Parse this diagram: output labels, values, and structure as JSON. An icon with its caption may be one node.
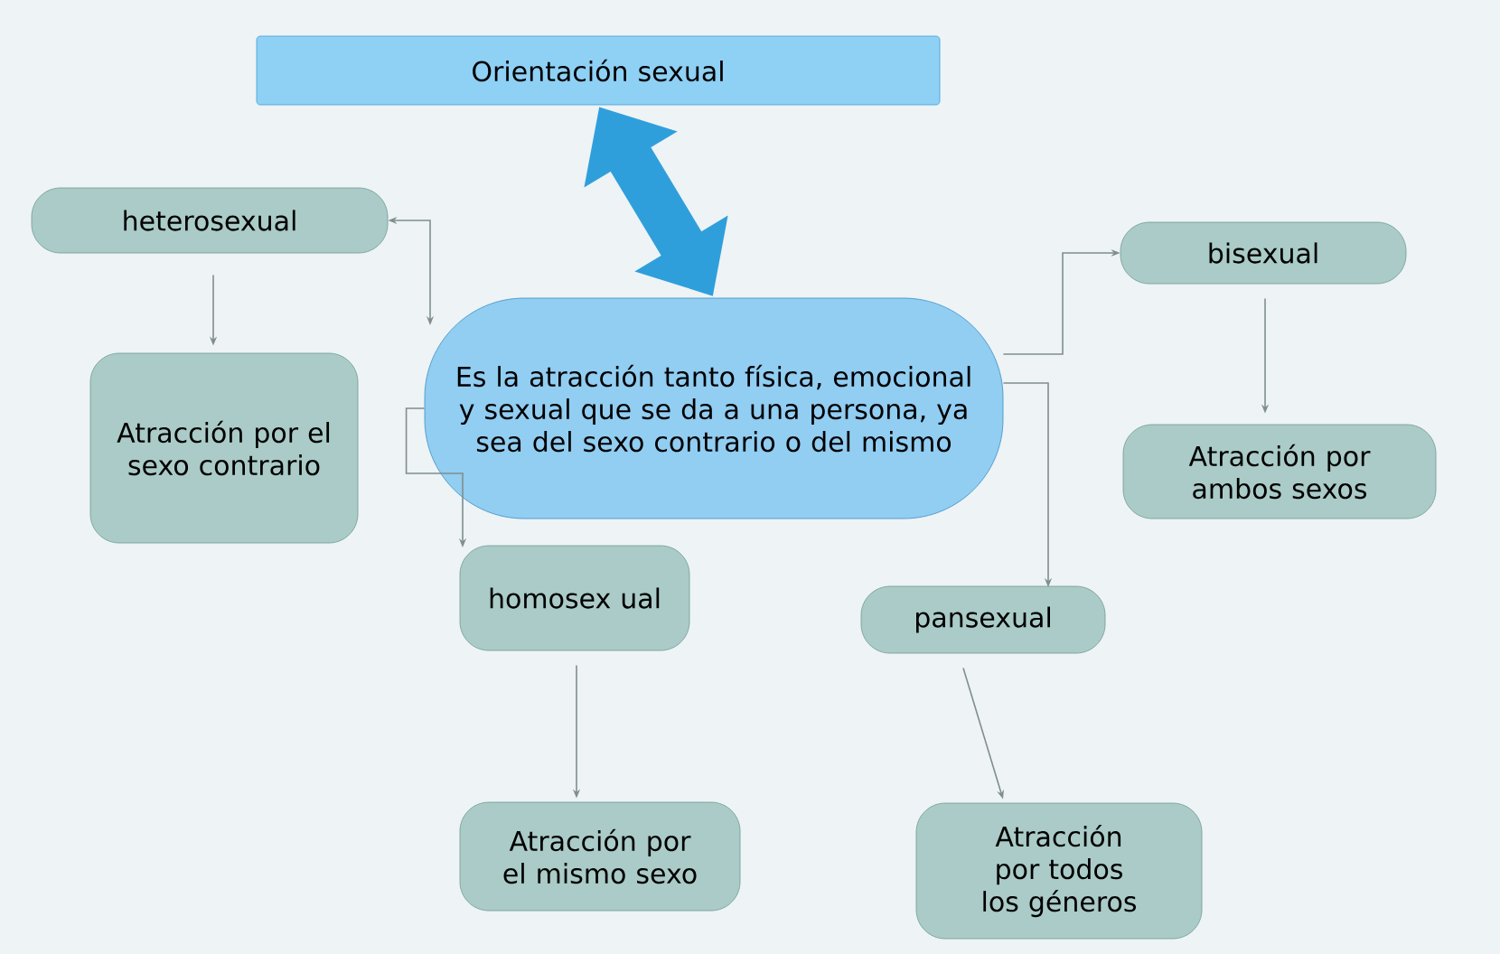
{
  "diagram": {
    "nodes": [
      {
        "text": [
          "Orientación sexual"
        ]
      },
      {
        "text": [
          "Es la atracción tanto física, emocional y sexual que se da a una persona, ya sea del sexo contrario o del mismo"
        ]
      },
      {
        "text": [
          "heterosexual"
        ]
      },
      {
        "text": [
          "Atracción por el sexo contrario"
        ]
      },
      {
        "text": [
          "homosex ual"
        ]
      },
      {
        "text": [
          "Atracción por el mismo sexo"
        ]
      },
      {
        "text": [
          "bisexual"
        ]
      },
      {
        "text": [
          "Atracción por ambos sexos"
        ]
      },
      {
        "text": [
          "pansexual"
        ]
      },
      {
        "text": [
          "Atracción por todos los géneros"
        ]
      }
    ],
    "edges": [
      {
        "from": 0,
        "to": 1,
        "arrow": "both",
        "style": "thick",
        "color": "#2f9fdc"
      },
      {
        "from": 1,
        "to": 2,
        "arrow": "both"
      },
      {
        "from": 2,
        "to": 3,
        "arrow": "to"
      },
      {
        "from": 1,
        "to": 4,
        "arrow": "to"
      },
      {
        "from": 4,
        "to": 5,
        "arrow": "to"
      },
      {
        "from": 1,
        "to": 6,
        "arrow": "to"
      },
      {
        "from": 6,
        "to": 7,
        "arrow": "to"
      },
      {
        "from": 1,
        "to": 8,
        "arrow": "to"
      },
      {
        "from": 8,
        "to": 9,
        "arrow": "to"
      }
    ]
  }
}
